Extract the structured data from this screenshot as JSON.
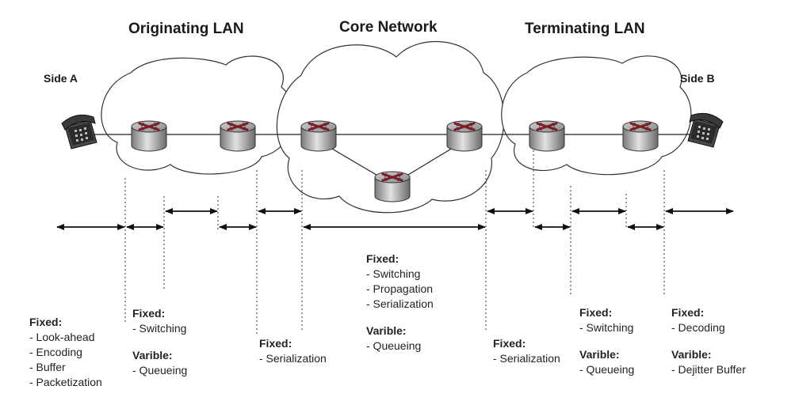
{
  "titles": {
    "originating_lan": "Originating LAN",
    "core_network": "Core Network",
    "terminating_lan": "Terminating LAN"
  },
  "sides": {
    "a": "Side A",
    "b": "Side B"
  },
  "segments": {
    "sender": {
      "fixed_label": "Fixed:",
      "fixed_items": [
        "- Look-ahead",
        "- Encoding",
        "- Buffer",
        "- Packetization"
      ]
    },
    "orig_router": {
      "fixed_label": "Fixed:",
      "fixed_items": [
        "- Switching"
      ],
      "variable_label": "Varible:",
      "variable_items": [
        "- Queueing"
      ]
    },
    "orig_link": {
      "fixed_label": "Fixed:",
      "fixed_items": [
        "- Serialization"
      ]
    },
    "core": {
      "fixed_label": "Fixed:",
      "fixed_items": [
        "- Switching",
        "- Propagation",
        "- Serialization"
      ],
      "variable_label": "Varible:",
      "variable_items": [
        "- Queueing"
      ]
    },
    "term_link": {
      "fixed_label": "Fixed:",
      "fixed_items": [
        "- Serialization"
      ]
    },
    "term_router": {
      "fixed_label": "Fixed:",
      "fixed_items": [
        "- Switching"
      ],
      "variable_label": "Varible:",
      "variable_items": [
        "- Queueing"
      ]
    },
    "receiver": {
      "fixed_label": "Fixed:",
      "fixed_items": [
        "- Decoding"
      ],
      "variable_label": "Varible:",
      "variable_items": [
        "- Dejitter Buffer"
      ]
    }
  },
  "icons": {
    "telephone": "telephone-icon",
    "router": "router-icon",
    "cloud": "cloud-shape"
  }
}
